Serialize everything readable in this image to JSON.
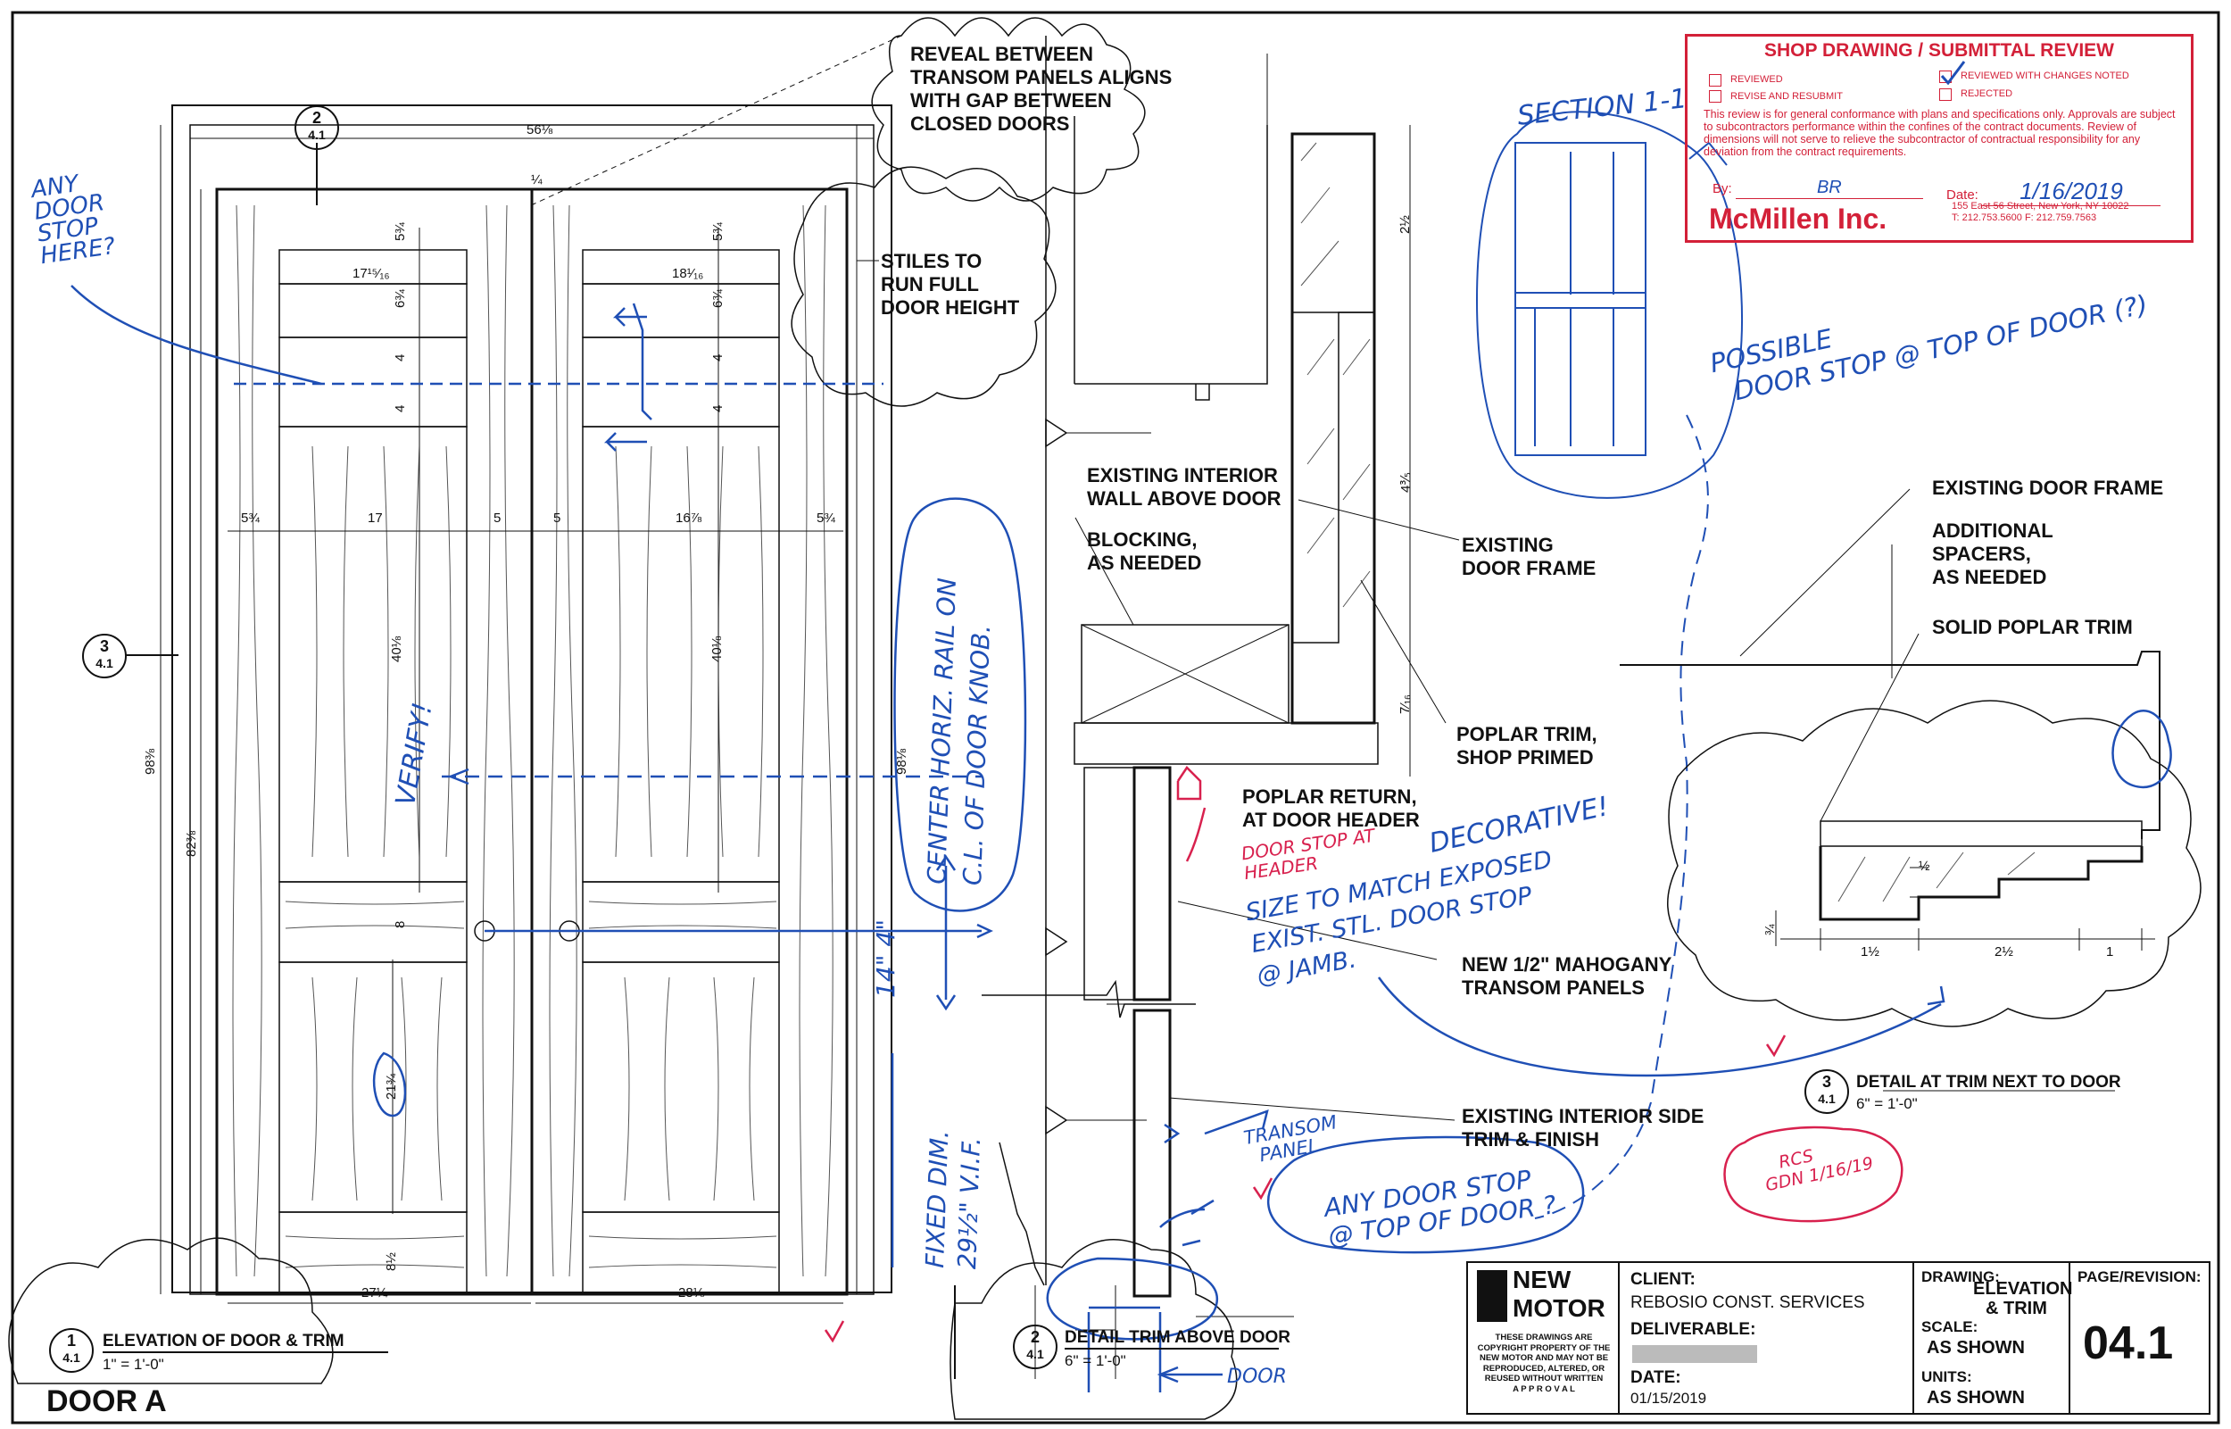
{
  "sheet": {
    "door_title": "DOOR A",
    "callouts": {
      "elev_num": "1",
      "elev_sheet": "4.1",
      "elev_title": "ELEVATION OF DOOR & TRIM",
      "elev_scale": "1\" = 1'-0\"",
      "trim_num": "2",
      "trim_sheet": "4.1",
      "trim_title": "DETAIL TRIM ABOVE DOOR",
      "trim_scale": "6\" = 1'-0\"",
      "next_num": "3",
      "next_sheet": "4.1",
      "next_title": "DETAIL AT TRIM NEXT TO DOOR",
      "next_scale": "6\" = 1'-0\"",
      "sec_top_num": "2",
      "sec_top_sheet": "4.1",
      "sec_left_num": "3",
      "sec_left_sheet": "4.1"
    },
    "dimensions": {
      "overall_width": "56⅛",
      "top_gap": "¼",
      "left_panel_w": "17¹⁵⁄₁₆",
      "right_panel_w": "18¹⁄₁₆",
      "top_rail_left": "5¾",
      "top_rail_right": "5¾",
      "panel_h_left": "6¾",
      "panel_h_right": "6¾",
      "rail_4a": "4",
      "rail_4b": "4",
      "rail_4c": "4",
      "rail_4d": "4",
      "stile_left": "5¾",
      "panel_17": "17",
      "stile_5a": "5",
      "stile_5b": "5",
      "panel_18": "16⅞",
      "stile_right": "5¾",
      "mid_panel_left": "40⅛",
      "mid_panel_right": "40⅛",
      "lock_rail": "8",
      "lower_panel": "21¾",
      "bottom_rail": "8½",
      "bottom_w_left": "27¼",
      "bottom_w_right": "28⅛",
      "overall_h_left": "98⅜",
      "overall_h_mid": "82⅜",
      "overall_h_right": "98⅛",
      "header_h": "2½",
      "header_gap": "4⅗",
      "trim_h": "7⁄₁₆",
      "d1": "1½",
      "d2": "2½",
      "d3": "1",
      "d4": "½",
      "d5": "¾"
    },
    "notes": {
      "reveal": [
        "REVEAL BETWEEN",
        "TRANSOM PANELS ALIGNS",
        "WITH GAP BETWEEN",
        "CLOSED DOORS"
      ],
      "stiles": [
        "STILES TO",
        "RUN FULL",
        "DOOR HEIGHT"
      ],
      "existing_wall": [
        "EXISTING INTERIOR",
        "WALL ABOVE DOOR"
      ],
      "blocking": [
        "BLOCKING,",
        "AS NEEDED"
      ],
      "existing_frame_mid": [
        "EXISTING",
        "DOOR FRAME"
      ],
      "poplar_trim": [
        "POPLAR TRIM,",
        "SHOP PRIMED"
      ],
      "poplar_return": [
        "POPLAR RETURN,",
        "AT DOOR HEADER"
      ],
      "mahogany": [
        "NEW 1/2\" MAHOGANY",
        "TRANSOM PANELS"
      ],
      "side_trim": [
        "EXISTING INTERIOR SIDE",
        "TRIM & FINISH"
      ],
      "existing_frame_right": "EXISTING DOOR FRAME",
      "spacers": [
        "ADDITIONAL",
        "SPACERS,",
        "AS NEEDED"
      ],
      "solid_poplar": "SOLID POPLAR TRIM"
    },
    "handwritten": {
      "any_door_stop": [
        "ANY",
        "DOOR",
        "STOP",
        "HERE?"
      ],
      "section": "SECTION 1-1",
      "possible": [
        "POSSIBLE",
        "DOOR STOP @ TOP OF DOOR (?)"
      ],
      "verify": "VERIFY!",
      "center_rail": [
        "CENTER HORIZ. RAIL ON",
        "C.L. OF DOOR KNOB."
      ],
      "dim_14": "14\" 4\"",
      "fixed_dim": [
        "FIXED DIM.",
        "29½\" V.I.F."
      ],
      "door_stop_header": [
        "DOOR STOP AT",
        "HEADER"
      ],
      "decorative": "DECORATIVE!",
      "size_match": [
        "SIZE TO MATCH EXPOSED",
        "EXIST. STL. DOOR STOP",
        "@ JAMB."
      ],
      "transom_panel": [
        "TRANSOM",
        "PANEL"
      ],
      "any_top": [
        "ANY DOOR STOP",
        "@ TOP OF DOOR ?"
      ],
      "door": "DOOR",
      "rcs": [
        "RCS",
        "GDN 1/16/19"
      ]
    },
    "stamp": {
      "title": "SHOP DRAWING / SUBMITTAL REVIEW",
      "opt_reviewed": "REVIEWED",
      "opt_reviewed_changes": "REVIEWED WITH CHANGES NOTED",
      "opt_revise": "REVISE AND RESUBMIT",
      "opt_rejected": "REJECTED",
      "text": "This review is for general conformance with plans and specifications only. Approvals are subject to subcontractors performance within the confines of the contract documents. Review of dimensions will not serve to relieve the subcontractor of contractual responsibility for any deviation from the contract requirements.",
      "by_label": "By:",
      "by_value": "BR",
      "date_label": "Date:",
      "date_value": "1/16/2019",
      "company": "McMillen Inc.",
      "addr1": "155 East 56 Street, New York, NY 10022",
      "addr2": "T: 212.753.5600        F: 212.759.7563"
    },
    "title_block": {
      "logo_a": "NEW",
      "logo_b": "MOTOR",
      "legal": [
        "THESE DRAWINGS ARE",
        "COPYRIGHT PROPERTY OF THE",
        "NEW MOTOR AND MAY NOT BE",
        "REPRODUCED, ALTERED, OR",
        "REUSED WITHOUT WRITTEN",
        "A P P R O V A L"
      ],
      "client_label": "CLIENT:",
      "client_value": "REBOSIO CONST. SERVICES",
      "deliverable_label": "DELIVERABLE:",
      "date_label": "DATE:",
      "date_value": "01/15/2019",
      "drawing_label": "DRAWING:",
      "drawing_value": [
        "ELEVATION",
        "& TRIM"
      ],
      "scale_label": "SCALE:",
      "scale_value": "AS SHOWN",
      "units_label": "UNITS:",
      "units_value": "AS SHOWN",
      "page_label": "PAGE/REVISION:",
      "page_value": "04.1"
    },
    "colors": {
      "ink": "#111111",
      "blue_pen": "#1f4fb5",
      "red_pen": "#d8214e",
      "stamp_red": "#d32038"
    }
  }
}
